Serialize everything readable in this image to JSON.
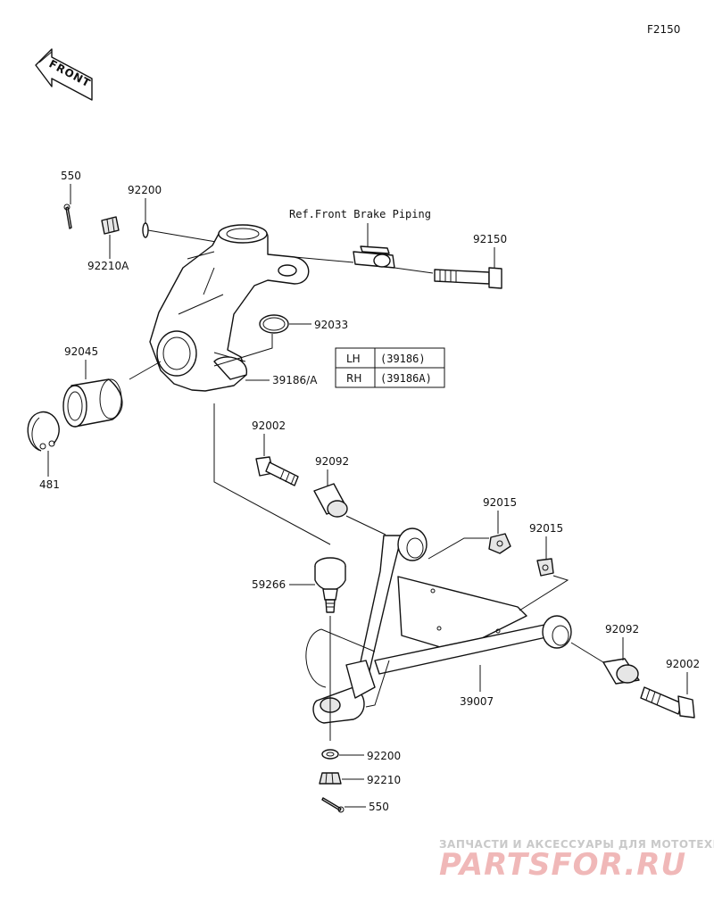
{
  "figure_code": "F2150",
  "front_arrow_text": "FRONT",
  "ref_note": "Ref.Front Brake Piping",
  "parts": {
    "p550_top": "550",
    "p92200_top": "92200",
    "p92210A": "92210A",
    "p92150": "92150",
    "p92033": "92033",
    "p92045": "92045",
    "p39186A": "39186/A",
    "p481": "481",
    "p92002_left": "92002",
    "p92092_left": "92092",
    "p92015_a": "92015",
    "p92015_b": "92015",
    "p59266": "59266",
    "p92092_right": "92092",
    "p92002_right": "92002",
    "p39007": "39007",
    "p92200_bottom": "92200",
    "p92210_bottom": "92210",
    "p550_bottom": "550"
  },
  "side_table": {
    "rows": [
      {
        "side": "LH",
        "code": "(39186)"
      },
      {
        "side": "RH",
        "code": "(39186A)"
      }
    ]
  },
  "watermark": {
    "line1": "ЗАПЧАСТИ И АКСЕССУАРЫ ДЛЯ МОТОТЕХНИКИ",
    "line2": "PARTSFOR.RU"
  }
}
